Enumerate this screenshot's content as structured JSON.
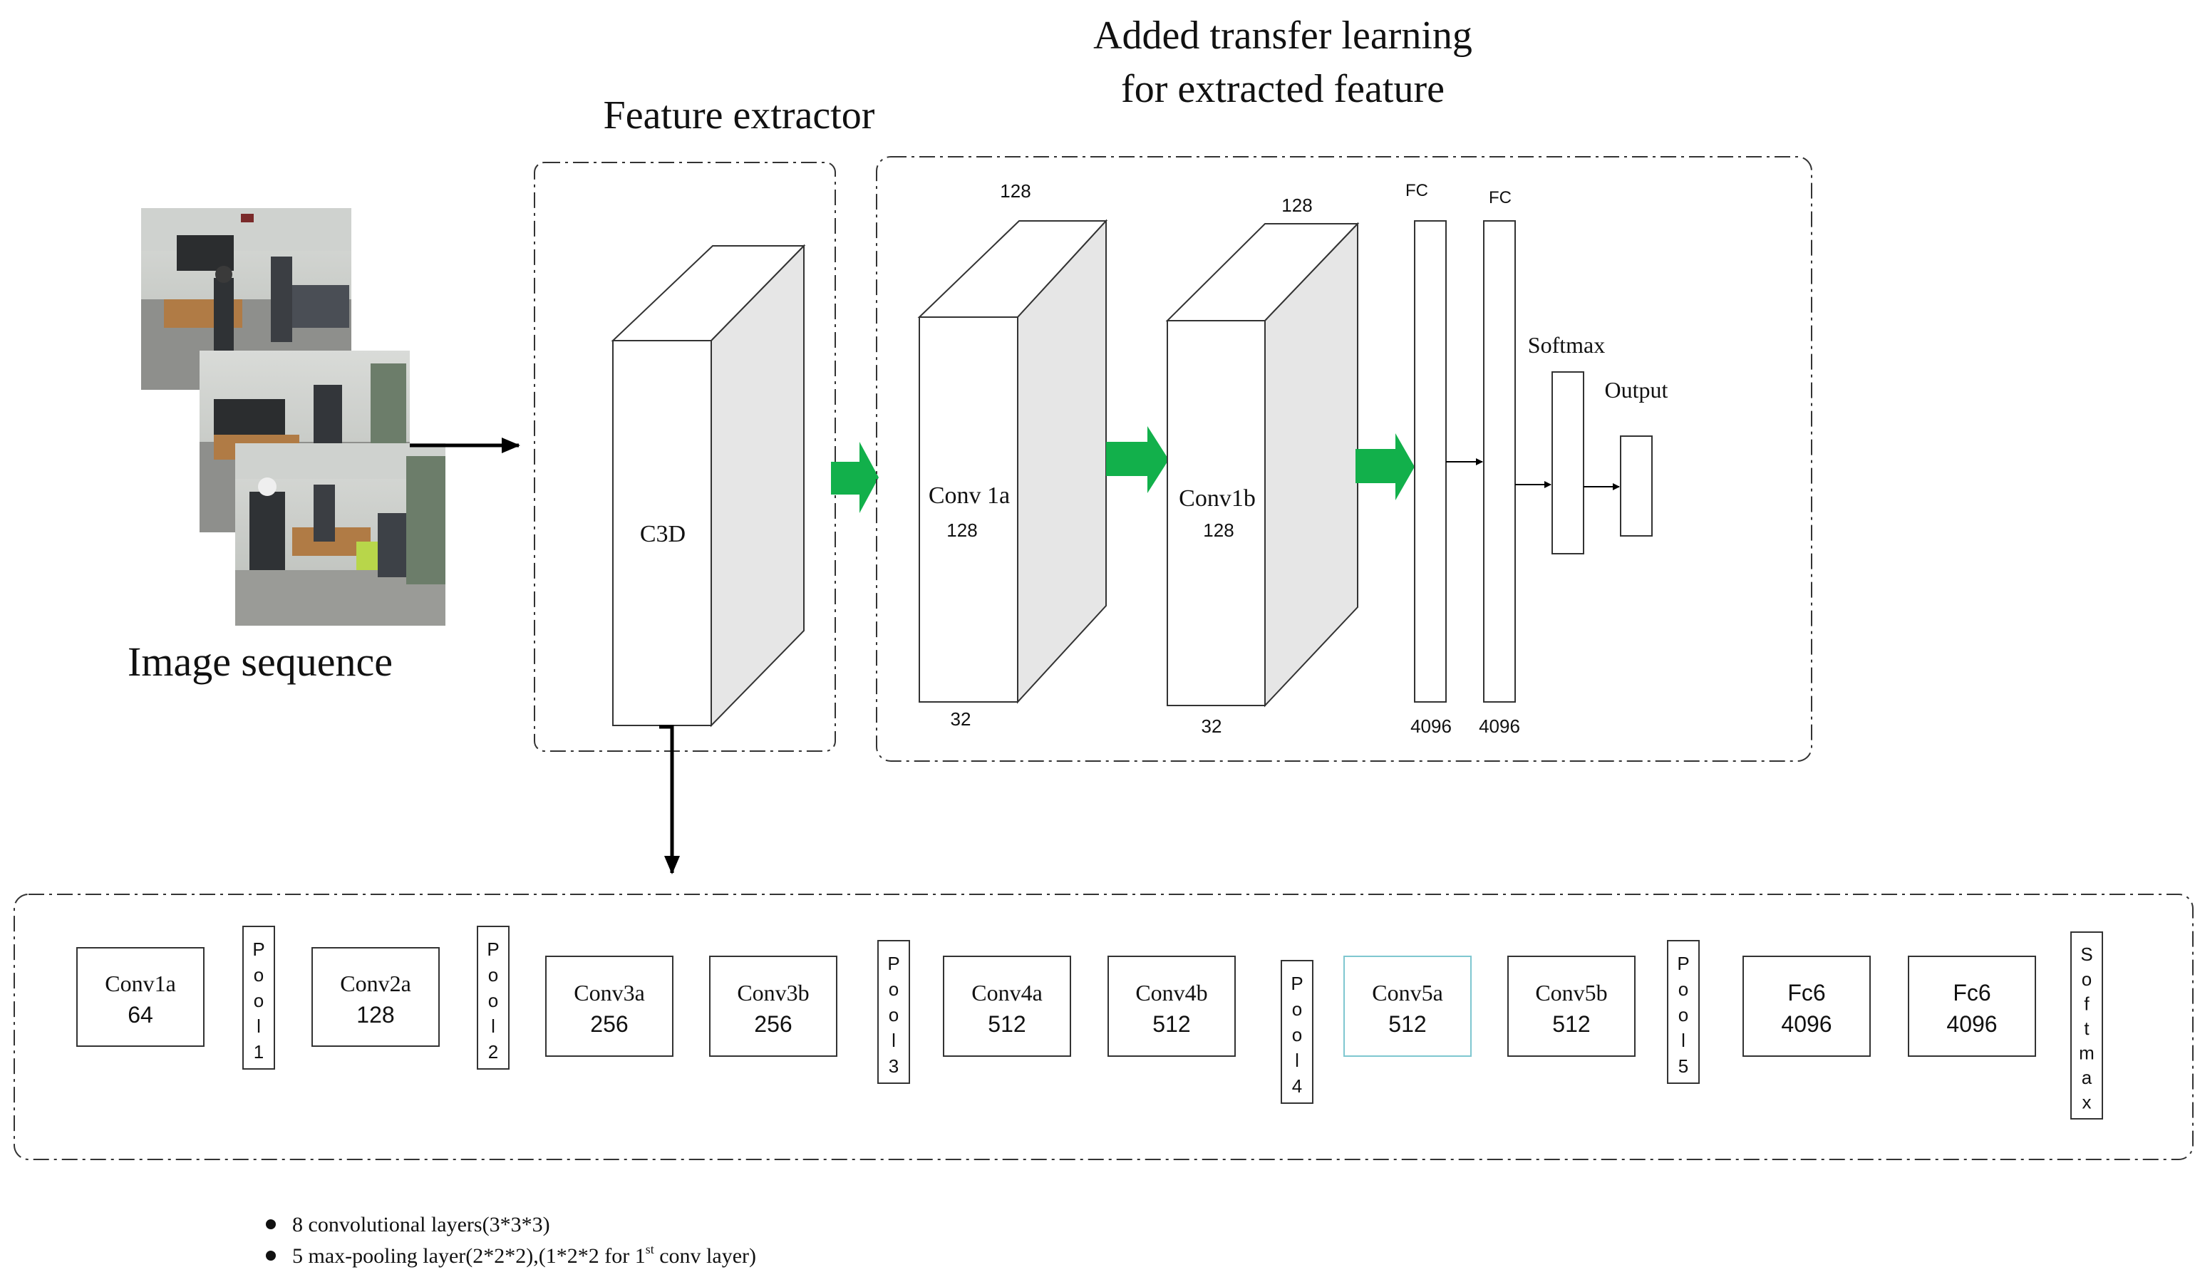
{
  "titles": {
    "feature_extractor": "Feature extractor",
    "transfer_line1": "Added transfer learning",
    "transfer_line2": "for extracted feature",
    "image_sequence": "Image sequence"
  },
  "feature_block": {
    "label": "C3D"
  },
  "transfer": {
    "conv1a": {
      "label": "Conv 1a",
      "depth": "128",
      "top": "128",
      "bottom": "32"
    },
    "conv1b": {
      "label": "Conv1b",
      "depth": "128",
      "top": "128",
      "bottom": "32"
    },
    "fc1": {
      "top": "FC",
      "bottom": "4096"
    },
    "fc2": {
      "top": "FC",
      "bottom": "4096"
    },
    "softmax": "Softmax",
    "output": "Output"
  },
  "c3d_layers": [
    {
      "name": "Conv1a",
      "value": "64"
    },
    {
      "name": "Pool",
      "value": "1",
      "pool": true
    },
    {
      "name": "Conv2a",
      "value": "128"
    },
    {
      "name": "Pool",
      "value": "2",
      "pool": true
    },
    {
      "name": "Conv3a",
      "value": "256"
    },
    {
      "name": "Conv3b",
      "value": "256"
    },
    {
      "name": "Pool",
      "value": "3",
      "pool": true
    },
    {
      "name": "Conv4a",
      "value": "512"
    },
    {
      "name": "Conv4b",
      "value": "512"
    },
    {
      "name": "Pool",
      "value": "4",
      "pool": true
    },
    {
      "name": "Conv5a",
      "value": "512",
      "highlight": "#7fc7d0"
    },
    {
      "name": "Conv5b",
      "value": "512"
    },
    {
      "name": "Pool",
      "value": "5",
      "pool": true
    },
    {
      "name": "Fc6",
      "value": "4096"
    },
    {
      "name": "Fc6",
      "value": "4096"
    },
    {
      "name": "Softmax",
      "value": "",
      "pool": true
    }
  ],
  "notes": {
    "note1": "8 convolutional layers(3*3*3)",
    "note2_pre": "5 max-pooling layer(2*2*2),(1*2*2 for 1",
    "note2_sup": "st",
    "note2_post": " conv layer)"
  },
  "colors": {
    "arrow_green": "#12b04b",
    "conv5a_border": "#7fc7d0",
    "side_face": "#e6e6e6"
  }
}
